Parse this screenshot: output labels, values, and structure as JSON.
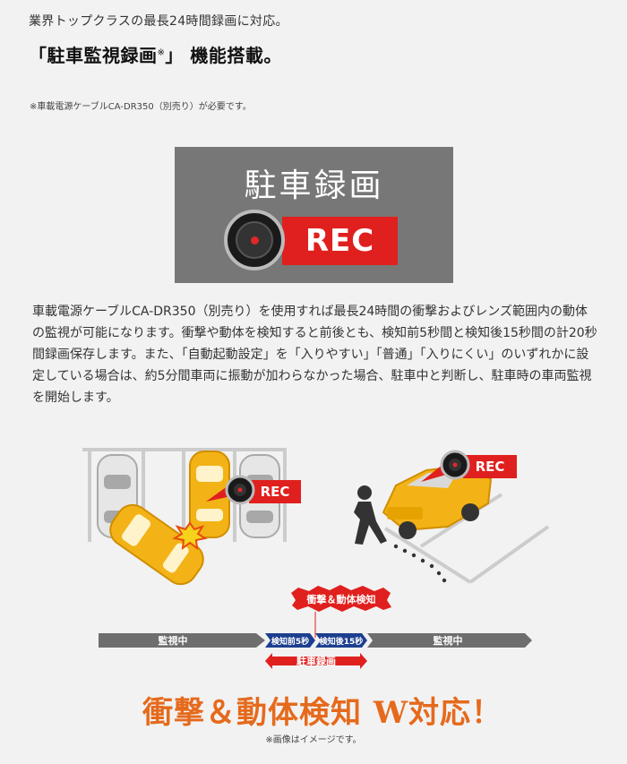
{
  "intro": {
    "line": "業界トップクラスの最長24時間録画に対応。",
    "headline_main": "「駐車監視録画",
    "headline_mark": "※",
    "headline_tail": "」 機能搭載。",
    "note": "※車載電源ケーブルCA-DR350（別売り）が必要です。"
  },
  "banner": {
    "title": "駐車録画",
    "rec": "REC"
  },
  "body": {
    "paragraph": "車載電源ケーブルCA-DR350（別売り）を使用すれば最長24時間の衝撃およびレンズ範囲内の動体の監視が可能になります。衝撃や動体を検知すると前後とも、検知前5秒間と検知後15秒間の計20秒間録画保存します。また、「自動起動設定」を「入りやすい」「普通」「入りにくい」のいずれかに設定している場合は、約5分間車両に振動が加わらなかった場合、駐車中と判断し、駐車時の車両監視を開始します。"
  },
  "illustration": {
    "rec_left": "REC",
    "rec_right": "REC",
    "detect_burst": "衝撃＆動体検知",
    "timeline_left": "監視中",
    "timeline_before": "検知前5秒",
    "timeline_after": "検知後15秒",
    "timeline_right": "監視中",
    "timeline_record": "駐車録画"
  },
  "slogan": "衝撃＆動体検知 W対応！",
  "footnote": "※画像はイメージです。",
  "colors": {
    "rec_red": "#e0201e",
    "car_yellow": "#f3b316",
    "slogan_orange": "#e56a1c",
    "timeline_gray": "#6e6e6e",
    "timeline_blue": "#1d3f8f"
  }
}
